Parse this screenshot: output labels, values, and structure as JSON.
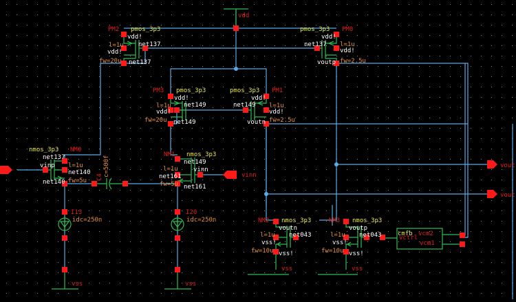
{
  "schematic": {
    "supply_label": "vdd",
    "ground_label": "vss",
    "colors": {
      "background": "#000000",
      "wire": "#5aaae6",
      "symbol": "#2dbd52",
      "pin": "#ff1a1a",
      "instance_name": "#e52020",
      "model_name": "#e6e64a",
      "parameter": "#e8903a",
      "net_label": "#ffffff"
    },
    "transistors": [
      {
        "name": "PM2",
        "model": "pmos_3p3",
        "l": "l=1u",
        "fw": "fw=20u",
        "bulk": "vdd!",
        "bulk_pin": "vdd!",
        "gate": "net137",
        "drain": "net137"
      },
      {
        "name": "PM0",
        "model": "pmos_3p3",
        "l": "l=1u",
        "fw": "fw=2.5u",
        "bulk": "vdd!",
        "bulk_pin": "vdd!",
        "gate": "net137",
        "drain": "voutp"
      },
      {
        "name": "PM3",
        "model": "pmos_3p3",
        "l": "l=1u",
        "fw": "fw=20u",
        "bulk": "vdd!",
        "bulk_pin": "vdd!",
        "gate": "net149",
        "drain": "net149"
      },
      {
        "name": "PM1",
        "model": "pmos_3p3",
        "l": "l=1u",
        "fw": "fw=2.5u",
        "bulk": "vdd!",
        "bulk_pin": "vdd!",
        "gate": "net149",
        "drain": "voutn"
      },
      {
        "name": "NM0",
        "model": "nmos_3p3",
        "l": "l=1u",
        "fw": "fw=5u",
        "drain": "net137",
        "gate": "vinp",
        "bulk": "net140",
        "source": "net140"
      },
      {
        "name": "NM1",
        "model": "nmos_3p3",
        "l": "l=1u",
        "fw": "fw=5u",
        "drain": "net149",
        "gate": "vinn",
        "bulk": "net161",
        "source": "net161"
      },
      {
        "name": "NM2",
        "model": "nmos_3p3",
        "l": "l=1u",
        "fw": "fw=10u",
        "drain": "voutn",
        "gate": "net043",
        "bulk": "vss!",
        "source": "vss!"
      },
      {
        "name": "NM3",
        "model": "nmos_3p3",
        "l": "l=1u",
        "fw": "fw=10u",
        "drain": "voutp",
        "gate": "net043",
        "bulk": "vss!",
        "source": "vss!"
      }
    ],
    "capacitor": {
      "name": "C4",
      "value": "c=500f"
    },
    "current_sources": [
      {
        "name": "I13",
        "value": "idc=250n"
      },
      {
        "name": "I20",
        "value": "idc=250n"
      }
    ],
    "cmfb_block": {
      "name": "cmfb",
      "pins": [
        "vcm2",
        "vcm1",
        "vctrl"
      ]
    },
    "ports": {
      "vinp": "p",
      "vinn": "vinn",
      "out1": "vout",
      "out2": "vout"
    }
  }
}
